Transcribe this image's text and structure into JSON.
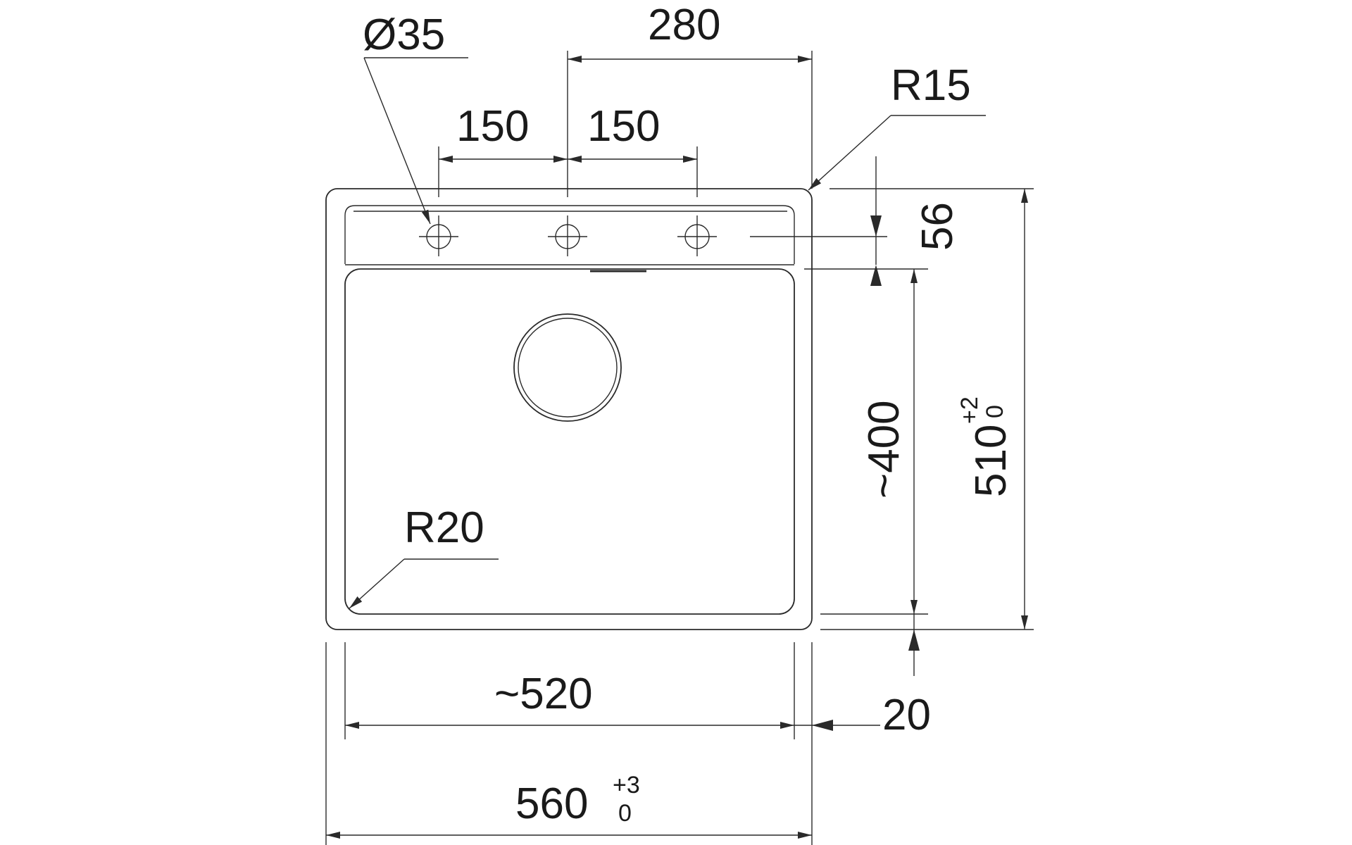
{
  "drawing": {
    "dimensions": {
      "hole_diameter": "Ø35",
      "hole_span": "280",
      "hole_spacing_left": "150",
      "hole_spacing_right": "150",
      "corner_radius_outer": "R15",
      "ledge_depth": "56",
      "bowl_depth": "~400",
      "total_depth": "510",
      "total_depth_tol_upper": "+2",
      "total_depth_tol_lower": "0",
      "corner_radius_bowl": "R20",
      "bowl_width": "~520",
      "front_margin": "20",
      "total_width": "560",
      "total_width_tol_upper": "+3",
      "total_width_tol_lower": "0"
    }
  }
}
